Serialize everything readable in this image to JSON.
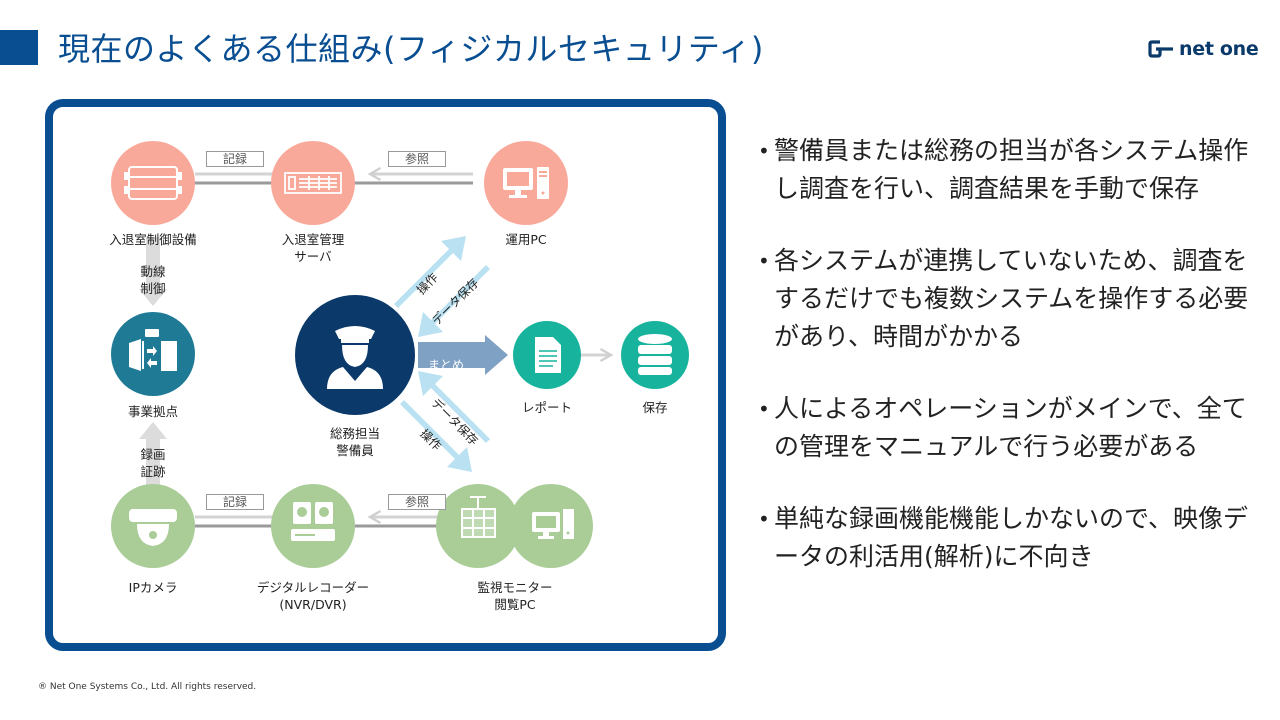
{
  "page": {
    "title": "現在のよくある仕組み(フィジカルセキュリティ)",
    "logo_text": "net one",
    "footer": "® Net One Systems Co., Ltd. All rights reserved."
  },
  "colors": {
    "brand_blue": "#0a4e92",
    "salmon": "#f9a99a",
    "teal_blue": "#1f7a96",
    "navy": "#0b3a6a",
    "green_teal": "#17b39d",
    "sage": "#aacd98",
    "light_blue_arrow": "#b9e1f1",
    "steel_arrow": "#7fa1c4"
  },
  "diagram": {
    "nodes": {
      "access_control": {
        "label": "入退室制御設備",
        "icon": "access-control-device-icon"
      },
      "access_server": {
        "label": "入退室管理\nサーバ",
        "icon": "server-rack-icon"
      },
      "ops_pc": {
        "label": "運用PC",
        "icon": "desktop-pc-icon"
      },
      "business_site": {
        "label": "事業拠点",
        "icon": "building-door-icon"
      },
      "staff": {
        "label": "総務担当\n警備員",
        "icon": "security-guard-icon"
      },
      "report": {
        "label": "レポート",
        "icon": "document-icon"
      },
      "storage": {
        "label": "保存",
        "icon": "database-icon"
      },
      "ip_camera": {
        "label": "IPカメラ",
        "icon": "dome-camera-icon"
      },
      "recorder": {
        "label": "デジタルレコーダー\n(NVR/DVR)",
        "icon": "hdd-recorder-icon"
      },
      "monitor_pc": {
        "label": "監視モニター\n閲覧PC",
        "icon": "monitor-wall-icon"
      }
    },
    "edges": {
      "top_record": "記録",
      "top_reference": "参照",
      "bottom_record": "記録",
      "bottom_reference": "参照",
      "flow_control": "動線\n制御",
      "recording_evidence": "録画\n証跡",
      "operate_top": "操作",
      "datasave_top": "データ保存",
      "summary": "まとめ",
      "datasave_bottom": "データ保存",
      "operate_bottom": "操作"
    }
  },
  "bullets": [
    "警備員または総務の担当が各システム操作し調査を行い、調査結果を手動で保存",
    "各システムが連携していないため、調査をするだけでも複数システムを操作する必要があり、時間がかかる",
    "人によるオペレーションがメインで、全ての管理をマニュアルで行う必要がある",
    "単純な録画機能機能しかないので、映像データの利活用(解析)に不向き"
  ]
}
